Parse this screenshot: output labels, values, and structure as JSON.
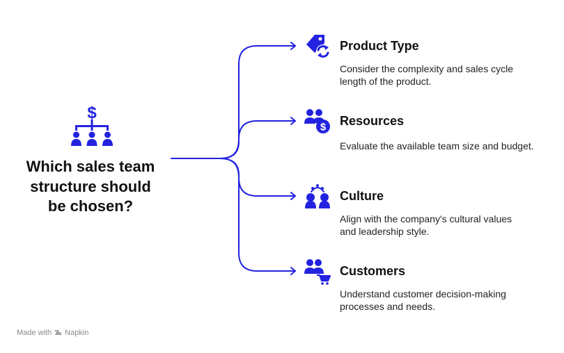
{
  "question": {
    "line1": "Which sales team",
    "line2": "structure should",
    "line3": "be chosen?"
  },
  "central_icon": "sales-hierarchy-icon",
  "branches": [
    {
      "icon": "price-tag-refresh-icon",
      "title": "Product Type",
      "desc_line1": "Consider the complexity and sales cycle",
      "desc_line2": "length of the product."
    },
    {
      "icon": "team-budget-icon",
      "title": "Resources",
      "desc_line1": "Evaluate the available team size and budget.",
      "desc_line2": ""
    },
    {
      "icon": "people-culture-icon",
      "title": "Culture",
      "desc_line1": "Align with the company's cultural values",
      "desc_line2": "and leadership style."
    },
    {
      "icon": "customers-cart-icon",
      "title": "Customers",
      "desc_line1": "Understand customer decision-making",
      "desc_line2": "processes and needs."
    }
  ],
  "colors": {
    "accent": "#2222e0",
    "text": "#111111",
    "muted": "#8a8a8a"
  },
  "footer": {
    "prefix": "Made with",
    "brand": "Napkin"
  }
}
